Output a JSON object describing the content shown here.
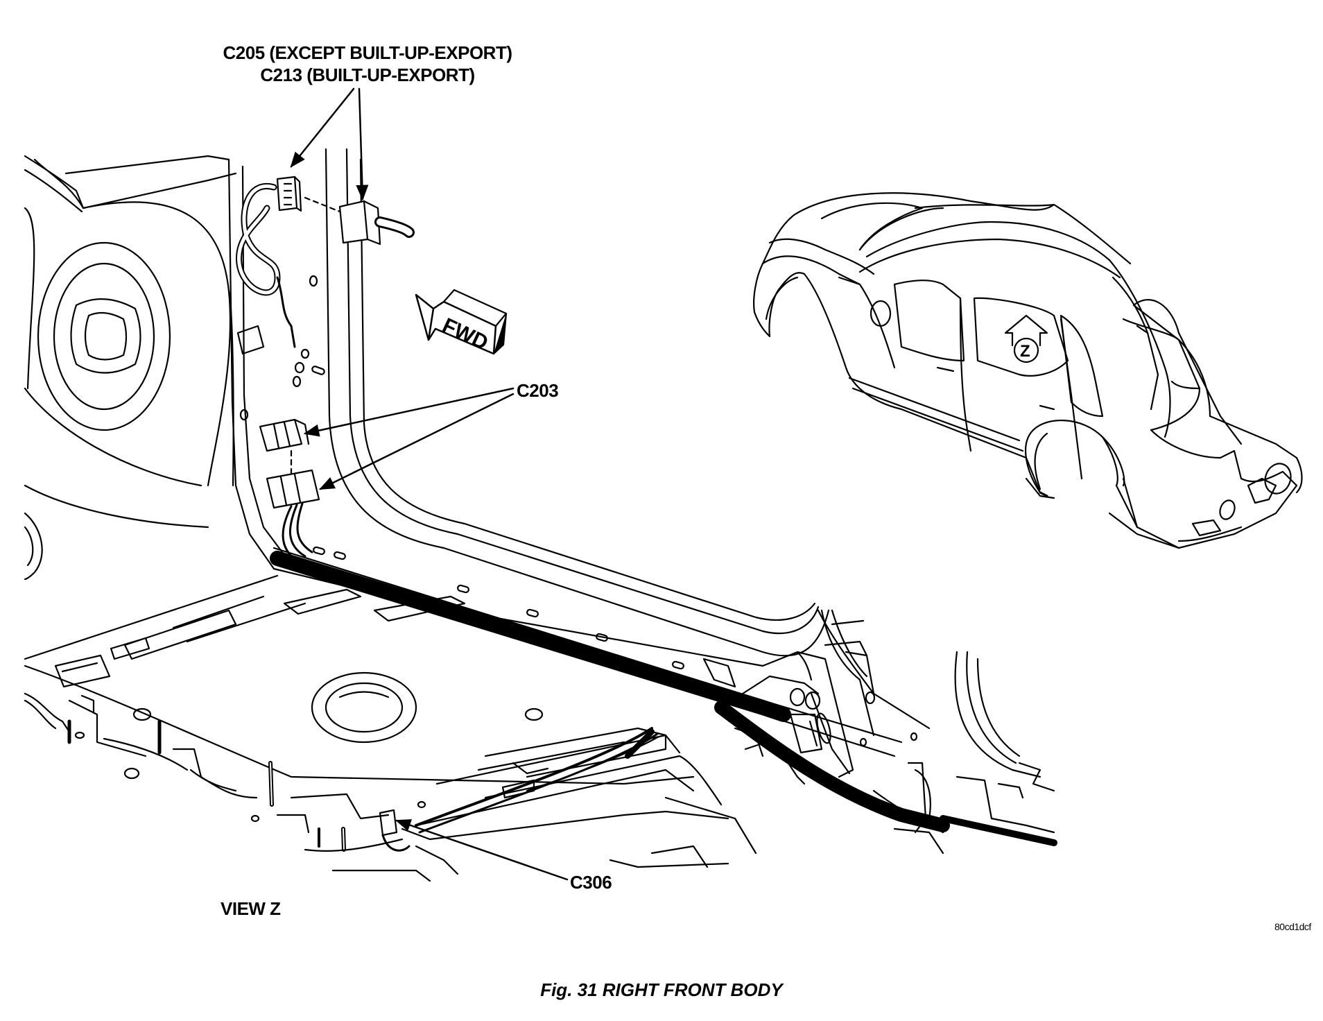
{
  "labels": {
    "connector_c205": "C205 (EXCEPT BUILT-UP-EXPORT)",
    "connector_c213": "C213 (BUILT-UP-EXPORT)",
    "connector_c203": "C203",
    "connector_c306": "C306",
    "view": "VIEW Z",
    "fwd": "FWD",
    "z_marker": "Z",
    "image_code": "80cd1dcf"
  },
  "caption": "Fig. 31 RIGHT FRONT BODY",
  "colors": {
    "ink": "#000000",
    "paper": "#ffffff",
    "shade": "#555555"
  }
}
